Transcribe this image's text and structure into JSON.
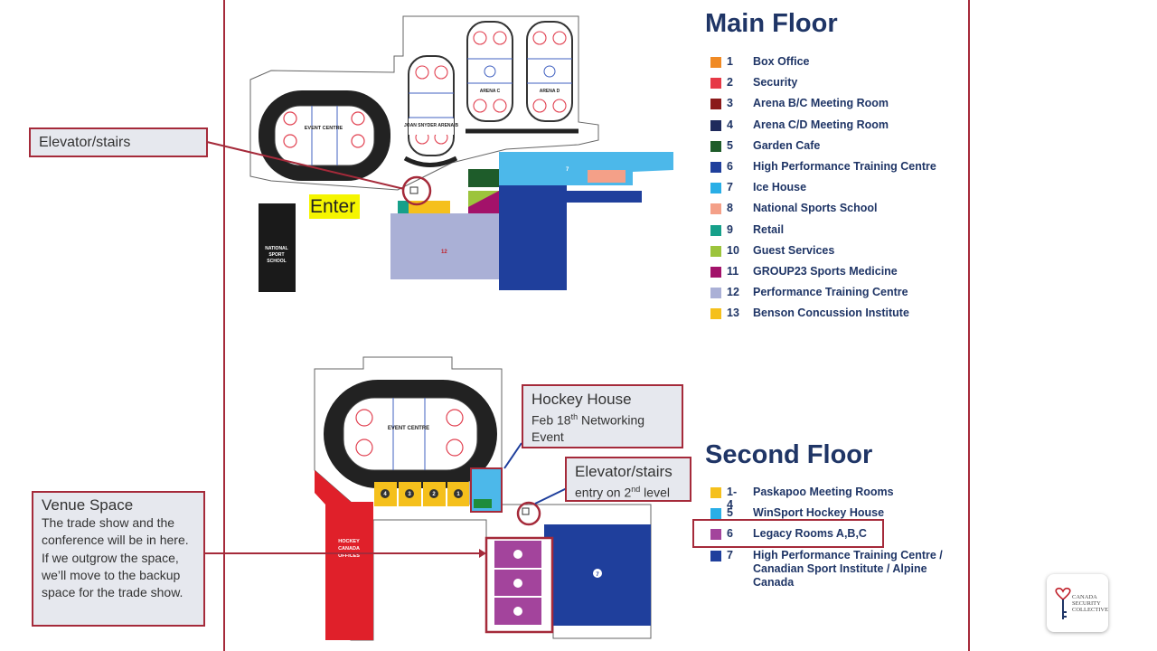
{
  "main_floor": {
    "title": "Main Floor",
    "legend": [
      {
        "num": "1",
        "label": "Box Office",
        "color": "#f08a24"
      },
      {
        "num": "2",
        "label": "Security",
        "color": "#e63946"
      },
      {
        "num": "3",
        "label": "Arena B/C Meeting Room",
        "color": "#8b1a1a"
      },
      {
        "num": "4",
        "label": "Arena C/D Meeting Room",
        "color": "#1f2a5c"
      },
      {
        "num": "5",
        "label": "Garden Cafe",
        "color": "#1e5c2a"
      },
      {
        "num": "6",
        "label": "High Performance Training Centre",
        "color": "#1f3f9c"
      },
      {
        "num": "7",
        "label": "Ice House",
        "color": "#29aee6"
      },
      {
        "num": "8",
        "label": "National Sports School",
        "color": "#f4a088"
      },
      {
        "num": "9",
        "label": "Retail",
        "color": "#16a08a"
      },
      {
        "num": "10",
        "label": "Guest Services",
        "color": "#9cc43c"
      },
      {
        "num": "11",
        "label": "GROUP23 Sports Medicine",
        "color": "#a3126a"
      },
      {
        "num": "12",
        "label": "Performance Training Centre",
        "color": "#aab0d6"
      },
      {
        "num": "13",
        "label": "Benson Concussion Institute",
        "color": "#f5c01c"
      }
    ],
    "rink_labels": {
      "event_centre": "EVENT CENTRE",
      "joan": "JOAN SNYDER ARENA B",
      "arena_c": "ARENA C",
      "arena_d": "ARENA D"
    },
    "school_label": "NATIONAL SPORT SCHOOL",
    "enter_label": "Enter"
  },
  "second_floor": {
    "title": "Second Floor",
    "legend": [
      {
        "num": "1-4",
        "label": "Paskapoo Meeting Rooms",
        "color": "#f5c01c"
      },
      {
        "num": "5",
        "label": "WinSport Hockey House",
        "color": "#29aee6"
      },
      {
        "num": "6",
        "label": "Legacy Rooms A,B,C",
        "color": "#a3449c"
      },
      {
        "num": "7",
        "label": "High Performance Training Centre / Canadian Sport Institute / Alpine Canada",
        "color": "#1f3f9c"
      }
    ],
    "rink_label": "EVENT CENTRE",
    "hockey_canada_label": "HOCKEY CANADA OFFICES"
  },
  "callouts": {
    "elevator_main": "Elevator/stairs",
    "hockey_house_title": "Hockey House",
    "hockey_house_line1": "Feb 18",
    "hockey_house_sup": "th",
    "hockey_house_line1b": " Networking",
    "hockey_house_line2": "Event",
    "elevator_second_title": "Elevator/stairs",
    "elevator_second_line": "entry on 2",
    "elevator_second_sup": "nd",
    "elevator_second_end": " level",
    "venue_title": "Venue Space",
    "venue_body": "The trade show and the conference will be in here. If we outgrow the space, we’ll move to the backup space for the trade show."
  },
  "logo": {
    "text": "CANADA SECURITY COLLECTIVE"
  }
}
